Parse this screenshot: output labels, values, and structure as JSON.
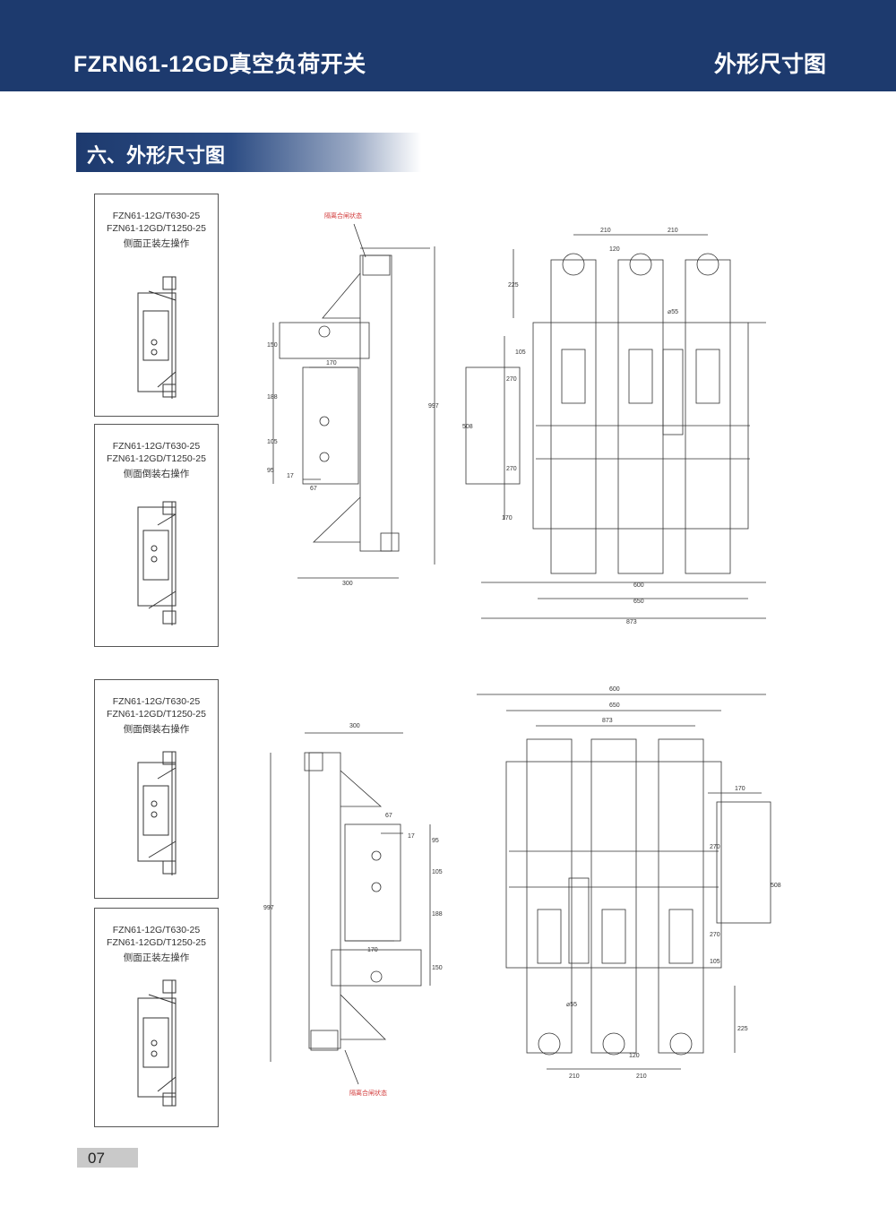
{
  "header": {
    "title": "FZRN61-12GD真空负荷开关",
    "right_title": "外形尺寸图"
  },
  "section": {
    "title": "六、外形尺寸图"
  },
  "thumbnails": [
    {
      "line1": "FZN61-12G/T630-25",
      "line2": "FZN61-12GD/T1250-25",
      "line3": "侧面正装左操作"
    },
    {
      "line1": "FZN61-12G/T630-25",
      "line2": "FZN61-12GD/T1250-25",
      "line3": "侧面倒装右操作"
    },
    {
      "line1": "FZN61-12G/T630-25",
      "line2": "FZN61-12GD/T1250-25",
      "line3": "侧面倒装右操作"
    },
    {
      "line1": "FZN61-12G/T630-25",
      "line2": "FZN61-12GD/T1250-25",
      "line3": "侧面正装左操作"
    }
  ],
  "top_side": {
    "note": "隔离合闸状态",
    "dims": {
      "d150": "150",
      "d170": "170",
      "d188": "188",
      "d105": "105",
      "d95": "95",
      "d17": "17",
      "d67": "67",
      "d997": "997",
      "d300": "300"
    }
  },
  "top_front": {
    "dims": {
      "d210a": "210",
      "d210b": "210",
      "d120": "120",
      "d225": "225",
      "d55": "⌀55",
      "d105": "105",
      "d270a": "270",
      "d270b": "270",
      "d508": "508",
      "d170": "170",
      "d600": "600",
      "d650": "650",
      "d873": "873"
    }
  },
  "bottom_side": {
    "note": "隔离合闸状态",
    "dims": {
      "d300": "300",
      "d67": "67",
      "d17": "17",
      "d95": "95",
      "d105": "105",
      "d188": "188",
      "d170": "170",
      "d150": "150",
      "d997": "997"
    }
  },
  "bottom_front": {
    "dims": {
      "d600": "600",
      "d650": "650",
      "d873": "873",
      "d170": "170",
      "d270a": "270",
      "d270b": "270",
      "d508": "508",
      "d105": "105",
      "d225": "225",
      "d55": "⌀55",
      "d120": "120",
      "d210a": "210",
      "d210b": "210"
    }
  },
  "page": {
    "number": "07"
  }
}
